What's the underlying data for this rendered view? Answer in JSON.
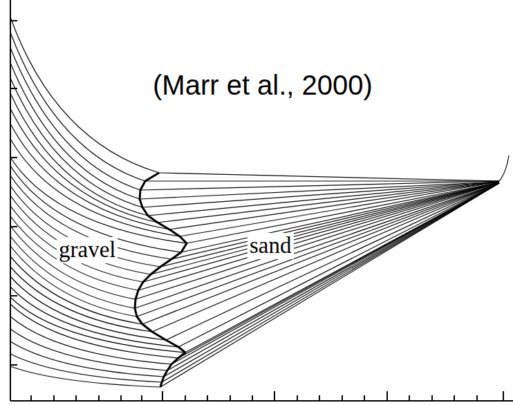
{
  "diagram": {
    "labels": [
      "(Marr et al., 2000)",
      "gravel",
      "sand"
    ]
  }
}
